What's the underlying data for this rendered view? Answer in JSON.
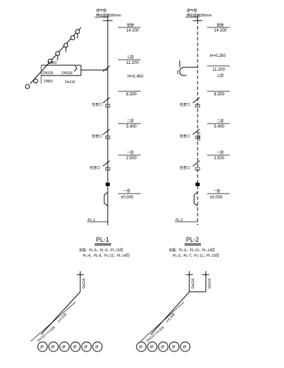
{
  "riser_left": {
    "top_note": "通气帽",
    "top_note2": "伸出屋面300mm",
    "levels": [
      {
        "floor": "屋面",
        "elev": "14.100"
      },
      {
        "floor": "三层",
        "elev": "11.200"
      },
      {
        "floor": "",
        "elev": "H=0.450"
      },
      {
        "floor": "",
        "elev": "8.300"
      },
      {
        "floor": "二层",
        "elev": "5.400"
      },
      {
        "floor": "一层",
        "elev": "2.500"
      },
      {
        "floor": "一层",
        "elev": "±0.000"
      }
    ],
    "pipe_labels": [
      "DN50",
      "DN100",
      "DN100",
      "DN50",
      "De110"
    ],
    "side_notes": [
      "检查口",
      "检查口",
      "检查口"
    ],
    "bottom_label": "PL-1",
    "title": "PL-1",
    "note_line1": "本图：PL-5；PL-9；PL-13同",
    "note_line2": "PL-4；PL-8；PL-12；PL-14同"
  },
  "riser_right": {
    "top_note": "通气帽",
    "top_note2": "伸出屋面300mm",
    "levels": [
      {
        "floor": "屋面",
        "elev": "14.100"
      },
      {
        "floor": "",
        "elev": "H+0.250"
      },
      {
        "floor": "三层",
        "elev": "11.200"
      },
      {
        "floor": "",
        "elev": "8.300"
      },
      {
        "floor": "二层",
        "elev": "5.400"
      },
      {
        "floor": "一层",
        "elev": "2.500"
      },
      {
        "floor": "一层",
        "elev": "±0.000"
      }
    ],
    "pipe_labels": [
      "DN75"
    ],
    "side_notes": [
      "检查口",
      "检查口",
      "检查口"
    ],
    "bottom_label": "PL-2",
    "title": "PL-2",
    "note_line1": "本图：PL-6；PL-10；PL-14同",
    "note_line2": "PL-3；PL-7；PL-11；PL-15同"
  },
  "outfall_left": {
    "pipe_label": "De110",
    "slope": "i=0.026",
    "slope2": "De110 i=0.026",
    "bubbles": [
      "P",
      "P",
      "P",
      "P",
      "P",
      "P"
    ]
  },
  "outfall_right": {
    "pipe_labels": [
      "De110",
      "De110"
    ],
    "slope": "i=0.026",
    "slope2": "De110 i=0.026",
    "bubbles": [
      "P",
      "P",
      "P",
      "P",
      "P"
    ]
  }
}
